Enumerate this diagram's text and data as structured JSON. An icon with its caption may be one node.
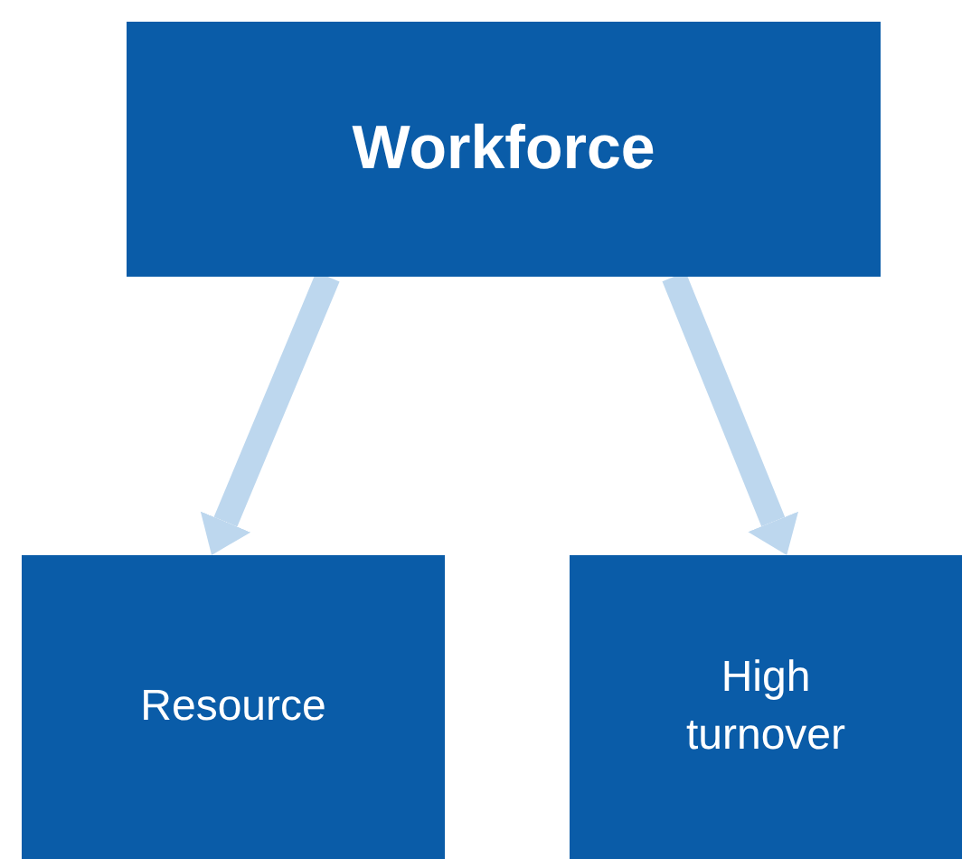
{
  "diagram": {
    "nodes": [
      {
        "text": [
          "Workforce"
        ]
      },
      {
        "text": [
          "Resource"
        ]
      },
      {
        "text": [
          "High turnover"
        ]
      }
    ],
    "edges": [
      {
        "from": 0,
        "to": 1,
        "arrow": "to"
      },
      {
        "from": 0,
        "to": 2,
        "arrow": "to"
      }
    ]
  }
}
